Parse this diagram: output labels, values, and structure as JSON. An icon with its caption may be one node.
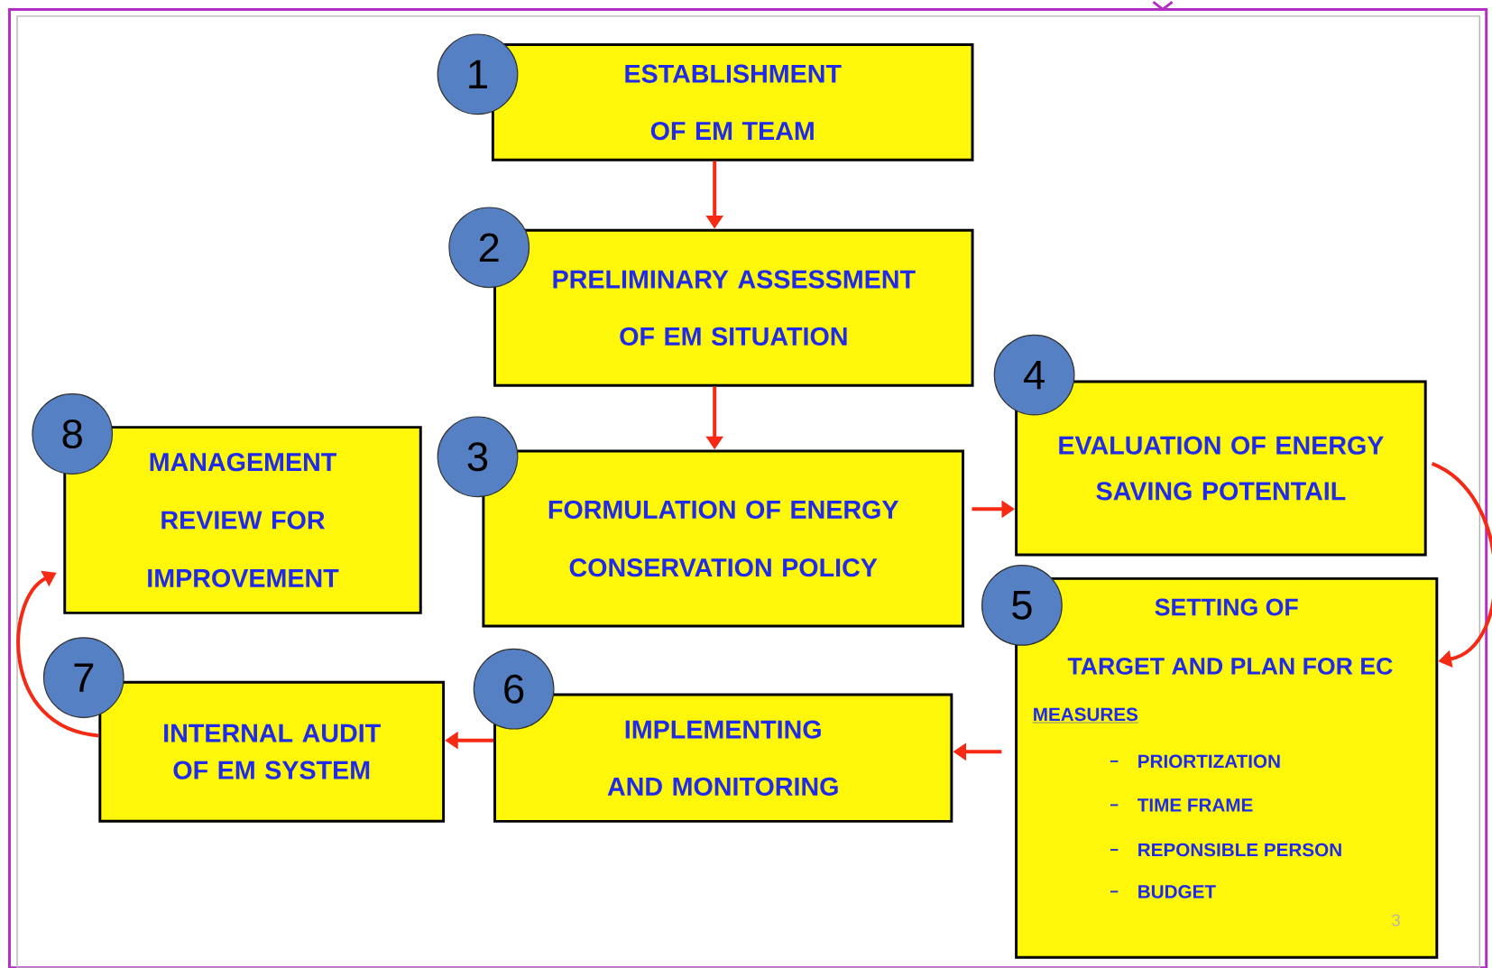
{
  "diagram": {
    "nodes": [
      {
        "text": [
          "1"
        ]
      },
      {
        "text": [
          "ESTABLISHMENT OF EM TEAM"
        ]
      },
      {
        "text": [
          "2"
        ]
      },
      {
        "text": [
          "PRELIMINARY ASSESSMENT OF EM SITUATION"
        ]
      },
      {
        "text": [
          "3"
        ]
      },
      {
        "text": [
          "FORMULATION OF ENERGY CONSERVATION POLICY"
        ]
      },
      {
        "text": [
          "4"
        ]
      },
      {
        "text": [
          "EVALUATION OF ENERGY SAVING POTENTAIL"
        ]
      },
      {
        "text": [
          "5"
        ]
      },
      {
        "text": [
          "SETTING OF",
          "TARGET AND PLAN FOR EC",
          "MEASURES",
          "PRIORTIZATION",
          "TIME FRAME",
          "REPONSIBLE PERSON",
          "BUDGET"
        ]
      },
      {
        "text": [
          "6"
        ]
      },
      {
        "text": [
          "IMPLEMENTING AND MONITORING"
        ]
      },
      {
        "text": [
          "7"
        ]
      },
      {
        "text": [
          "INTERNAL AUDIT OF EM SYSTEM"
        ]
      },
      {
        "text": [
          "8"
        ]
      },
      {
        "text": [
          "MANAGEMENT REVIEW FOR IMPROVEMENT"
        ]
      }
    ],
    "edges": [
      {
        "from": 1,
        "to": 3,
        "arrow": "to"
      },
      {
        "from": 3,
        "to": 5,
        "arrow": "to"
      },
      {
        "from": 5,
        "to": 7,
        "arrow": "to"
      },
      {
        "from": 7,
        "to": 9,
        "arrow": "to"
      },
      {
        "from": 9,
        "to": 11,
        "arrow": "to"
      },
      {
        "from": 11,
        "to": 13,
        "arrow": "to"
      },
      {
        "from": 13,
        "to": 15,
        "arrow": "to"
      }
    ],
    "labels": [
      "3"
    ]
  }
}
